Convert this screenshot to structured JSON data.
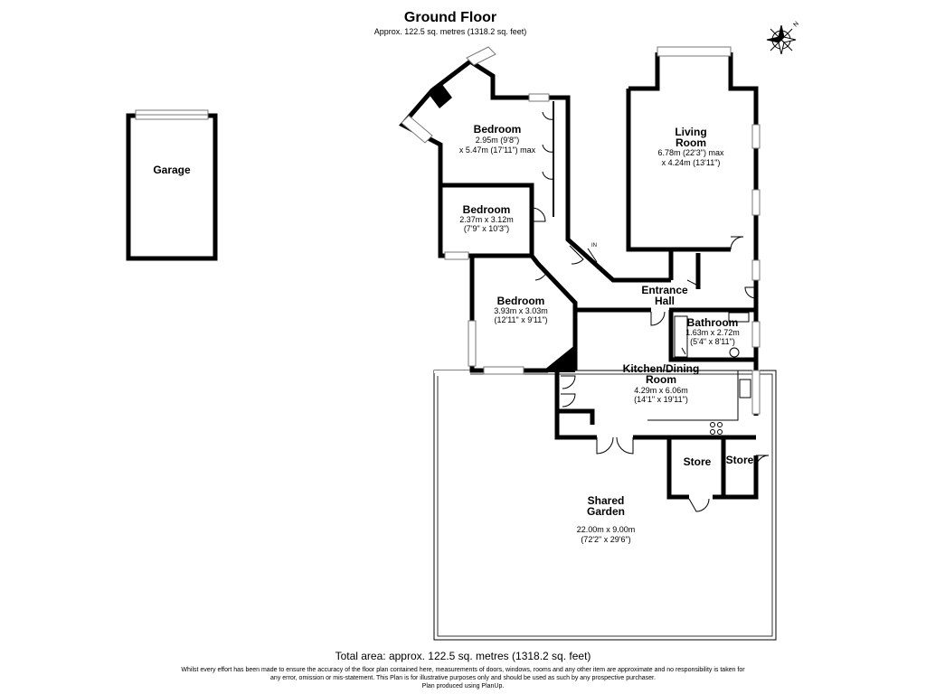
{
  "header": {
    "title": "Ground Floor",
    "area": "Approx. 122.5 sq. metres (1318.2 sq. feet)"
  },
  "compass": {
    "icon": "north-arrow-compass",
    "label": "N"
  },
  "rooms": {
    "garage": {
      "name": "Garage"
    },
    "bedroom1": {
      "name": "Bedroom",
      "dim1": "2.95m (9'8\")",
      "dim2": "x 5.47m (17'11\") max"
    },
    "bedroom2": {
      "name": "Bedroom",
      "dim1": "2.37m x 3.12m",
      "dim2": "(7'9\" x 10'3\")"
    },
    "bedroom3": {
      "name": "Bedroom",
      "dim1": "3.93m x 3.03m",
      "dim2": "(12'11\" x 9'11\")"
    },
    "living": {
      "name1": "Living",
      "name2": "Room",
      "dim1": "6.78m (22'3\") max",
      "dim2": "x 4.24m (13'11\")"
    },
    "hall": {
      "name1": "Entrance",
      "name2": "Hall"
    },
    "bathroom": {
      "name": "Bathroom",
      "dim1": "1.63m x 2.72m",
      "dim2": "(5'4\" x 8'11\")"
    },
    "kitchen": {
      "name1": "Kitchen/Dining",
      "name2": "Room",
      "dim1": "4.29m x 6.06m",
      "dim2": "(14'1\" x 19'11\")"
    },
    "store1": {
      "name": "Store"
    },
    "store2": {
      "name": "Store"
    },
    "garden": {
      "name1": "Shared",
      "name2": "Garden",
      "dim1": "22.00m x 9.00m",
      "dim2": "(72'2\" x 29'6\")"
    }
  },
  "entrance_marker": "IN",
  "footer": {
    "total": "Total area: approx. 122.5 sq. metres (1318.2 sq. feet)",
    "disclaimer1": "Whilst every effort has been made to ensure the accuracy of the floor plan contained here, measurements of doors, windows, rooms and any other item are approximate and no responsibility is taken for",
    "disclaimer2": "any error, omission or mis-statement.  This Plan is for illustrative purposes only and should be used as such by any prospective purchaser.",
    "disclaimer3": "Plan produced using PlanUp."
  }
}
